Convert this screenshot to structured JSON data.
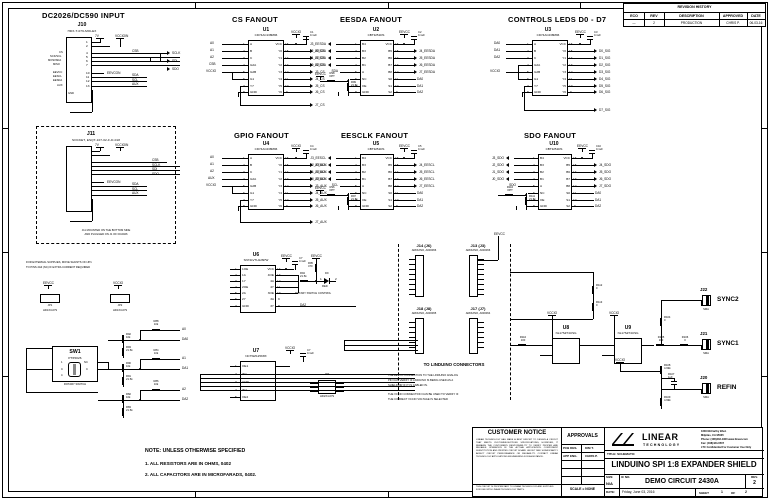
{
  "sheet": {
    "border_zones_top": [
      "",
      "",
      "",
      ""
    ],
    "notes": {
      "title": "NOTE: UNLESS OTHERWISE SPECIFIED",
      "lines": [
        "1. ALL RESISTORS ARE IN OHMS, 0402",
        "2. ALL CAPACITORS ARE IN MICROFARADS, 0402."
      ]
    }
  },
  "revision_history": {
    "title": "REVISION HISTORY",
    "headers": [
      "ECO",
      "REV",
      "DESCRIPTION",
      "APPROVED",
      "DATE"
    ],
    "rows": [
      [
        "—",
        "2",
        "PRODUCTION",
        "CHRIS P.",
        "06-03-16"
      ]
    ]
  },
  "title_block": {
    "customer_notice": {
      "heading": "CUSTOMER NOTICE",
      "body": "LINEAR TECHNOLOGY HAS MADE A BEST EFFORT TO DESIGN A CIRCUIT THAT MEETS CUSTOMER-SUPPLIED SPECIFICATIONS; HOWEVER, IT REMAINS THE CUSTOMER'S RESPONSIBILITY TO VERIFY PROPER AND RELIABLE OPERATION IN THE ACTUAL APPLICATION. COMPONENT SUBSTITUTION AND PRINTED CIRCUIT BOARD LAYOUT MAY SIGNIFICANTLY AFFECT CIRCUIT PERFORMANCE OR RELIABILITY. CONTACT LINEAR TECHNOLOGY APPLICATIONS ENGINEERING FOR ASSISTANCE.",
      "footer": "THIS CIRCUIT IS PROPRIETARY TO LINEAR TECHNOLOGY AND SUPPLIED FOR USE WITH LINEAR TECHNOLOGY PARTS."
    },
    "approvals": {
      "heading": "APPROVALS",
      "rows": [
        {
          "label": "PCB DES.",
          "value": "KIM T."
        },
        {
          "label": "APP ENG.",
          "value": "CHRIS P."
        }
      ],
      "scale_label": "SCALE = NONE"
    },
    "company": {
      "name": "LINEAR",
      "sub": "TECHNOLOGY",
      "address_lines": [
        "1630 McCarthy Blvd.",
        "Milpitas, CA 95035",
        "Phone: (408)432-1900   www.linear.com",
        "Fax: (408)434-0507",
        "LTC Confidential For Customer Use Only"
      ]
    },
    "title_label": "TITLE: SCHEMATIC",
    "title_text": "LINDUINO SPI 1:8 EXPANDER SHIELD",
    "size_label": "SIZE",
    "size_value": "N/A",
    "ic_no_label": "IC NO.",
    "demo_circuit": "DEMO CIRCUIT 2430A",
    "rev_label": "REV.",
    "rev_value": "2",
    "date_label": "DATE:",
    "date_value": "Friday, June 03, 2016",
    "sheet_label": "SHEET",
    "sheet_value": "1",
    "of_label": "OF",
    "of_value": "2"
  },
  "blocks": {
    "input": {
      "title": "DC2026/DC590 INPUT",
      "j10": {
        "ref": "J10",
        "pn": "HDX-T-079-MOLEX",
        "left_pins": [
          "1",
          "2",
          "3",
          "4",
          "5",
          "6",
          "7",
          "8",
          "9",
          "10",
          "11",
          "12",
          "13",
          "14"
        ],
        "left_labels": [
          "7V",
          "",
          "CS",
          "SCK/SCL",
          "MOSI/SDA",
          "MISO",
          "",
          "EEVCC",
          "EESCL",
          "EESDA",
          "AUX",
          "",
          "",
          ""
        ],
        "rails": [
          "7V",
          "VCCIOIN"
        ],
        "nets_right": [
          "CSB",
          "SCLK",
          "SDI",
          "SDO",
          "SDA",
          "SCL",
          "AUX"
        ],
        "eevcon": "EEVCON",
        "gnd_label": "GND"
      },
      "j11": {
        "ref": "J11",
        "pn": "SOCKET, ESQT-107-02-F-D-018",
        "note_lines": [
          "J11 MOUNTED ON THE BOTTOM SIDE",
          "AND PLUGGED ON J1 OF DC2026"
        ],
        "rails": [
          "7V",
          "VCCIOIN"
        ],
        "nets_right": [
          "CSB",
          "SCLK",
          "SDI",
          "SDO",
          "SDA",
          "SCL",
          "AUX"
        ],
        "eevcon": "EEVCON"
      },
      "ext_note": [
        "FOR EXTERNAL SUPPLIES, MOVE SHUNTS ON JP1",
        "TO PINS 2&3 (NC) IF EXTRA CURRENT REQUIRED"
      ],
      "jumpers": [
        {
          "ref": "JP1",
          "pn": "HD1X3-079",
          "rail": "EEVCC"
        },
        {
          "ref": "JP2",
          "pn": "HD1X3-079",
          "rail": "VCCIO"
        }
      ]
    },
    "cs_fanout": {
      "title": "CS FANOUT",
      "ref": "U1",
      "pn": "CD74AC138M96",
      "left_pins": [
        {
          "n": "1",
          "l": "A"
        },
        {
          "n": "2",
          "l": "B"
        },
        {
          "n": "3",
          "l": "C"
        },
        {
          "n": "4",
          "l": "G2A"
        },
        {
          "n": "5",
          "l": "G2B"
        },
        {
          "n": "6",
          "l": "G1"
        },
        {
          "n": "7",
          "l": "Y7"
        },
        {
          "n": "8",
          "l": "GND"
        }
      ],
      "right_pins": [
        {
          "n": "16",
          "l": "VCC"
        },
        {
          "n": "15",
          "l": "Y0"
        },
        {
          "n": "14",
          "l": "Y1"
        },
        {
          "n": "13",
          "l": "Y2"
        },
        {
          "n": "12",
          "l": "Y3"
        },
        {
          "n": "11",
          "l": "Y4"
        },
        {
          "n": "10",
          "l": "Y5"
        },
        {
          "n": "9",
          "l": "Y6"
        }
      ],
      "in_nets": [
        "A0",
        "A1",
        "A2",
        "CSB"
      ],
      "out_nets": [
        "J0_CS",
        "J1_CS",
        "J2_CS",
        "J3_CS",
        "J4_CS",
        "J5_CS",
        "J6_CS",
        "J7_CS"
      ],
      "rail": "VCCIO",
      "cap": {
        "ref": "C1",
        "val": "0.1uF"
      }
    },
    "eesda_fanout": {
      "title": "EESDA FANOUT",
      "ref": "U2",
      "pn": "CBT3251DS",
      "left_pins": [
        {
          "n": "1",
          "l": "B4"
        },
        {
          "n": "2",
          "l": "B3"
        },
        {
          "n": "3",
          "l": "B2"
        },
        {
          "n": "4",
          "l": "B1"
        },
        {
          "n": "5",
          "l": "A"
        },
        {
          "n": "6",
          "l": "NC"
        },
        {
          "n": "7",
          "l": "OE"
        },
        {
          "n": "8",
          "l": "GND"
        }
      ],
      "right_pins": [
        {
          "n": "16",
          "l": "VCC"
        },
        {
          "n": "15",
          "l": "B5"
        },
        {
          "n": "14",
          "l": "B6"
        },
        {
          "n": "13",
          "l": "B7"
        },
        {
          "n": "12",
          "l": "B8"
        },
        {
          "n": "11",
          "l": "S0"
        },
        {
          "n": "10",
          "l": "S1"
        },
        {
          "n": "9",
          "l": "S2"
        }
      ],
      "in_nets": [
        "J3_EESDA",
        "J2_EESDA",
        "J1_EESDA",
        "J0_EESDA",
        "SDA"
      ],
      "out_nets": [
        "J4_EESDA",
        "J5_EESDA",
        "J6_EESDA",
        "J7_EESDA"
      ],
      "sel_nets": [
        "DA0",
        "DA1",
        "DA2"
      ],
      "rail": "EEVCC",
      "cap": {
        "ref": "C2",
        "val": "0.1uF"
      },
      "r_opt": {
        "ref": "R98",
        "val": "OPT"
      },
      "r_pd": {
        "ref": "R99",
        "val": "21.5k"
      }
    },
    "controls_leds": {
      "title": "CONTROLS LEDS D0 - D7",
      "ref": "U3",
      "pn": "CD74AC238M96",
      "left_pins": [
        {
          "n": "1",
          "l": "A"
        },
        {
          "n": "2",
          "l": "B"
        },
        {
          "n": "3",
          "l": "C"
        },
        {
          "n": "4",
          "l": "G2A"
        },
        {
          "n": "5",
          "l": "G2B"
        },
        {
          "n": "6",
          "l": "G1"
        },
        {
          "n": "7",
          "l": "Y7"
        },
        {
          "n": "8",
          "l": "GND"
        }
      ],
      "right_pins": [
        {
          "n": "16",
          "l": "VCC"
        },
        {
          "n": "15",
          "l": "Y0"
        },
        {
          "n": "14",
          "l": "Y1"
        },
        {
          "n": "13",
          "l": "Y2"
        },
        {
          "n": "12",
          "l": "Y3"
        },
        {
          "n": "11",
          "l": "Y4"
        },
        {
          "n": "10",
          "l": "Y5"
        },
        {
          "n": "9",
          "l": "Y6"
        }
      ],
      "in_nets": [
        "DA0",
        "DA1",
        "DA2"
      ],
      "out_nets": [
        "D0_SIG",
        "D1_SIG",
        "D2_SIG",
        "D3_SIG",
        "D4_SIG",
        "D5_SIG",
        "D6_SIG",
        "D7_SIG"
      ],
      "rail_in": "VCCIO",
      "rail": "EEVCC",
      "cap": {
        "ref": "C3",
        "val": "0.1uF"
      }
    },
    "gpio_fanout": {
      "title": "GPIO FANOUT",
      "ref": "U4",
      "pn": "CD74AC238M96",
      "left_pins": [
        {
          "n": "1",
          "l": "A"
        },
        {
          "n": "2",
          "l": "B"
        },
        {
          "n": "3",
          "l": "C"
        },
        {
          "n": "4",
          "l": "G2A"
        },
        {
          "n": "5",
          "l": "G2B"
        },
        {
          "n": "6",
          "l": "G1"
        },
        {
          "n": "7",
          "l": "Y7"
        },
        {
          "n": "8",
          "l": "GND"
        }
      ],
      "right_pins": [
        {
          "n": "16",
          "l": "VCC"
        },
        {
          "n": "15",
          "l": "Y0"
        },
        {
          "n": "14",
          "l": "Y1"
        },
        {
          "n": "13",
          "l": "Y2"
        },
        {
          "n": "12",
          "l": "Y3"
        },
        {
          "n": "11",
          "l": "Y4"
        },
        {
          "n": "10",
          "l": "Y5"
        },
        {
          "n": "9",
          "l": "Y6"
        }
      ],
      "in_nets": [
        "A0",
        "A1",
        "A2",
        "AUX"
      ],
      "out_nets": [
        "J0_AUX",
        "J1_AUX",
        "J2_AUX",
        "J3_AUX",
        "J4_AUX",
        "J5_AUX",
        "J6_AUX",
        "J7_AUX"
      ],
      "rail": "VCCIO",
      "cap": {
        "ref": "C4",
        "val": "0.1uF"
      }
    },
    "eesclk_fanout": {
      "title": "EESCLK FANOUT",
      "ref": "U5",
      "pn": "CBT3251DS",
      "left_pins": [
        {
          "n": "1",
          "l": "B4"
        },
        {
          "n": "2",
          "l": "B3"
        },
        {
          "n": "3",
          "l": "B2"
        },
        {
          "n": "4",
          "l": "B1"
        },
        {
          "n": "5",
          "l": "A"
        },
        {
          "n": "6",
          "l": "NC"
        },
        {
          "n": "7",
          "l": "OE"
        },
        {
          "n": "8",
          "l": "GND"
        }
      ],
      "right_pins": [
        {
          "n": "16",
          "l": "VCC"
        },
        {
          "n": "15",
          "l": "B5"
        },
        {
          "n": "14",
          "l": "B6"
        },
        {
          "n": "13",
          "l": "B7"
        },
        {
          "n": "12",
          "l": "B8"
        },
        {
          "n": "11",
          "l": "S0"
        },
        {
          "n": "10",
          "l": "S1"
        },
        {
          "n": "9",
          "l": "S2"
        }
      ],
      "in_nets": [
        "J3_EESCL",
        "J2_EESCL",
        "J1_EESCL",
        "J0_EESCL",
        "SCL"
      ],
      "out_nets": [
        "J4_EESCL",
        "J5_EESCL",
        "J6_EESCL",
        "J7_EESCL"
      ],
      "sel_nets": [
        "DA0",
        "DA1",
        "DA2"
      ],
      "rail": "EEVCC",
      "cap": {
        "ref": "C5",
        "val": "0.1uF"
      },
      "r_opt": {
        "ref": "R96",
        "val": "OPT"
      },
      "r_pd": {
        "ref": "R97",
        "val": "21.5k"
      }
    },
    "sdo_fanout": {
      "title": "SDO FANOUT",
      "ref": "U10",
      "pn": "CBT3251DS",
      "left_pins": [
        {
          "n": "1",
          "l": "B4"
        },
        {
          "n": "2",
          "l": "B3"
        },
        {
          "n": "3",
          "l": "B2"
        },
        {
          "n": "4",
          "l": "B1"
        },
        {
          "n": "5",
          "l": "A"
        },
        {
          "n": "6",
          "l": "NC"
        },
        {
          "n": "7",
          "l": "OE"
        },
        {
          "n": "8",
          "l": "GND"
        }
      ],
      "right_pins": [
        {
          "n": "16",
          "l": "VCC"
        },
        {
          "n": "15",
          "l": "B5"
        },
        {
          "n": "14",
          "l": "B6"
        },
        {
          "n": "13",
          "l": "B7"
        },
        {
          "n": "12",
          "l": "B8"
        },
        {
          "n": "11",
          "l": "S0"
        },
        {
          "n": "10",
          "l": "S1"
        },
        {
          "n": "9",
          "l": "S2"
        }
      ],
      "in_nets": [
        "J3_SDO",
        "J2_SDO",
        "J1_SDO",
        "J0_SDO",
        "SDO"
      ],
      "out_nets": [
        "J4_SDO",
        "J5_SDO",
        "J6_SDO",
        "J7_SDO"
      ],
      "sel_nets": [
        "DA0",
        "DA1",
        "DA2"
      ],
      "rail": "EEVCC",
      "cap": {
        "ref": "C10",
        "val": "0.1uF"
      },
      "r_opt": {
        "ref": "R110",
        "val": "OPT"
      },
      "r_pd": {
        "ref": "R111",
        "val": "21.5k"
      }
    },
    "buffer_u6": {
      "ref": "U6",
      "pn": "SN74LVTH126PW",
      "left_pins": [
        {
          "n": "1",
          "l": "1OE"
        },
        {
          "n": "2",
          "l": "1A"
        },
        {
          "n": "3",
          "l": "1Y"
        },
        {
          "n": "4",
          "l": "2OE"
        },
        {
          "n": "5",
          "l": "2A"
        },
        {
          "n": "6",
          "l": "2Y"
        },
        {
          "n": "7",
          "l": "GND"
        }
      ],
      "right_pins": [
        {
          "n": "14",
          "l": "VCC"
        },
        {
          "n": "13",
          "l": "4OE"
        },
        {
          "n": "12",
          "l": "4A"
        },
        {
          "n": "11",
          "l": "4Y"
        },
        {
          "n": "10",
          "l": "3OE"
        },
        {
          "n": "9",
          "l": "3A"
        },
        {
          "n": "8",
          "l": "3Y"
        }
      ],
      "rail": "EEVCC",
      "cap": {
        "ref": "C7",
        "val": "0.1uF"
      },
      "r1": {
        "ref": "R94",
        "val": "21.5k"
      },
      "r2": {
        "ref": "R95",
        "val": "470"
      },
      "led": {
        "ref": "D9",
        "color": "RED"
      },
      "caption": "ROTARY SWITCH CONTROL",
      "net": "DA2"
    },
    "buffer_u7": {
      "ref": "U7",
      "pn": "NC7WZ125K8X",
      "rail": "VCCIO",
      "cap": {
        "ref": "C7",
        "val": "0.1uF"
      },
      "left_pins": [
        {
          "n": "1",
          "l": "OE1"
        },
        {
          "n": "2",
          "l": "IN1"
        },
        {
          "n": "3",
          "l": "GND"
        },
        {
          "n": "4",
          "l": "IN2"
        },
        {
          "n": "5",
          "l": "OE2"
        }
      ],
      "nets": [
        "DA0",
        "DA1",
        "DA2"
      ]
    },
    "jumper_jp3": {
      "ref": "JP3",
      "pn": "HD2X4-079"
    },
    "linduino": {
      "caption": "TO LINDUINO CONNECTORS",
      "connectors": [
        {
          "ref": "J14  (J6)",
          "pn": "ARDUINO, A000066"
        },
        {
          "ref": "J13  (J3)",
          "pn": "ARDUINO, A000066"
        },
        {
          "ref": "J18  (J8)",
          "pn": "ARDUINO, A000065"
        },
        {
          "ref": "J17  (J7)",
          "pn": "ARDUINO, A000064"
        }
      ],
      "note": [
        "THE EEVCC CONNECTION TO THE LINDUINO ANALOG",
        "PIN CAN VERIFY IF LINDUINO IS BEING USED AS A",
        "SHIELD OR IF IT IS CABLED IN.",
        "",
        "THE VCCIO CONNECTION CAN BE USED TO VERIFY IF",
        "THE CORRECT VCCIO VOLTAGE IS SELECTED"
      ]
    },
    "output_buffers": {
      "u8": {
        "ref": "U8",
        "pn": "NL17SZ74USG",
        "rail": "VCCIO"
      },
      "u9": {
        "ref": "U9",
        "pn": "NL17SZ74USG",
        "rail": "VCCIO"
      },
      "resistors": [
        {
          "ref": "R104",
          "val": "0"
        },
        {
          "ref": "R105",
          "val": "100"
        },
        {
          "ref": "R106",
          "val": "0"
        },
        {
          "ref": "R112",
          "val": "0"
        },
        {
          "ref": "R113",
          "val": "0"
        },
        {
          "ref": "R108",
          "val": "4.99k"
        },
        {
          "ref": "R107",
          "val": "1uF"
        },
        {
          "ref": "R109",
          "val": "4.99k"
        },
        {
          "ref": "R110",
          "val": "100"
        }
      ]
    },
    "sma": [
      {
        "ref": "J22",
        "label": "SYNC2",
        "pn": "SMA"
      },
      {
        "ref": "J21",
        "label": "SYNC1",
        "pn": "SMA"
      },
      {
        "ref": "J20",
        "label": "REFIN",
        "pn": "SMA"
      }
    ],
    "rotary": {
      "ref": "SW1",
      "pn": "PT65026",
      "caption": "ROTARY SWITCH",
      "pins": [
        "1",
        "C",
        "4",
        "NC",
        "C"
      ],
      "channels": [
        {
          "pu": {
            "ref": "R92",
            "val": "10k"
          },
          "pd": {
            "ref": "R93",
            "val": "21.5k"
          },
          "ser": {
            "ref": "R88",
            "val": "10k"
          },
          "a": "A0",
          "d": "DA0"
        },
        {
          "pu": {
            "ref": "R90",
            "val": "10k"
          },
          "pd": {
            "ref": "R91",
            "val": "21.5k"
          },
          "ser": {
            "ref": "R84",
            "val": "10k"
          },
          "a": "A1",
          "d": "DA1"
        },
        {
          "pu": {
            "ref": "R82",
            "val": "10k"
          },
          "pd": {
            "ref": "R83",
            "val": "21.5k"
          },
          "ser": {
            "ref": "R86",
            "val": "10k"
          },
          "a": "A2",
          "d": "DA2"
        }
      ]
    }
  }
}
